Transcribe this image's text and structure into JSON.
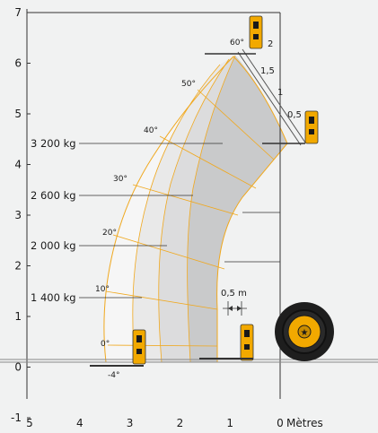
{
  "chart_data": {
    "type": "load-chart",
    "x_unit": "Mètres",
    "x_ticks": [
      "5",
      "4",
      "3",
      "2",
      "1",
      "0"
    ],
    "y_ticks": [
      "7",
      "6",
      "5",
      "4",
      "3",
      "2",
      "1",
      "0",
      "-1"
    ],
    "load_zones": [
      {
        "label": "3 200 kg"
      },
      {
        "label": "2 600 kg"
      },
      {
        "label": "2 000 kg"
      },
      {
        "label": "1 400 kg"
      }
    ],
    "boom_angles": [
      "-4°",
      "0°",
      "10°",
      "20°",
      "30°",
      "40°",
      "50°",
      "60°"
    ],
    "extension_marks": [
      "2",
      "1,5",
      "1",
      "0,5"
    ],
    "offset_label": "0,5 m",
    "colors": {
      "envelope_line": "#f0a81e",
      "zone_dark": "#c9cacb",
      "zone_mid": "#dcdcdd",
      "zone_light": "#e9e9e9",
      "zone_lightest": "#f6f6f6",
      "machine": "#f2a900"
    }
  }
}
